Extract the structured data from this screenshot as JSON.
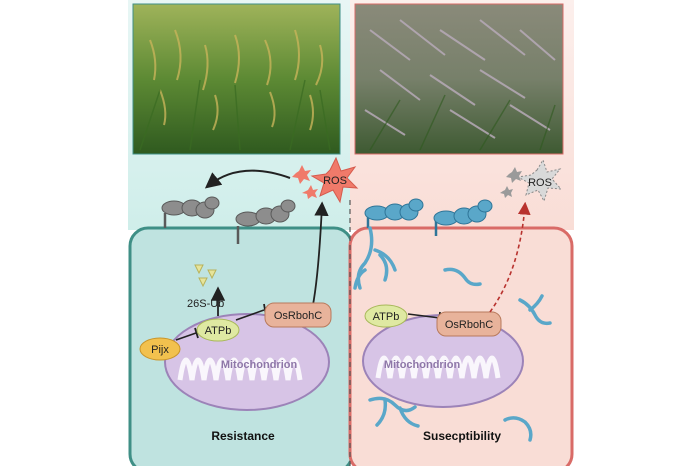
{
  "panels": {
    "left": {
      "label": "Resistance",
      "ros": "ROS",
      "ub": "26S-Ub",
      "proteins": {
        "pijx": "Pijx",
        "atpb": "ATPb",
        "rboh": "OsRbohC"
      },
      "organelle": "Mitochondrion"
    },
    "right": {
      "label": "Susecptibility",
      "ros": "ROS",
      "proteins": {
        "atpb": "ATPb",
        "rboh": "OsRbohC"
      },
      "organelle": "Mitochondrion"
    }
  },
  "colors": {
    "left_bg": "#bfe3e0",
    "left_border": "#3f8f86",
    "right_bg": "#f9ddd6",
    "right_border": "#d96b67",
    "mito": "#d7c4e6",
    "pijx": "#f2c14e",
    "atpb": "#dfe9a2",
    "rboh": "#e8b39b",
    "ros_star": "#f07a6a",
    "ros_grey": "#9a9a9a",
    "fungus": "#5aa7c9"
  },
  "icons": [
    "rice-field-photo",
    "diseased-rice-photo",
    "ros-star-icon",
    "fungal-hyphae-icon",
    "receptor-icon"
  ]
}
